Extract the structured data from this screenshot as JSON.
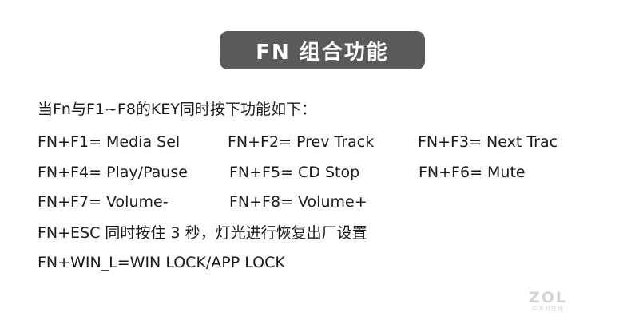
{
  "title": "FN 组合功能",
  "intro": "当Fn与F1~F8的KEY同时按下功能如下：",
  "rows": [
    [
      "FN+F1= Media Sel",
      "FN+F2= Prev Track",
      "FN+F3= Next Trac"
    ],
    [
      "FN+F4= Play/Pause",
      "FN+F5= CD Stop",
      "FN+F6= Mute"
    ],
    [
      "FN+F7= Volume-",
      "FN+F8= Volume+"
    ]
  ],
  "esc_line": "FN+ESC 同时按住 3 秒，灯光进行恢复出厂设置",
  "win_line": "FN+WIN_L=WIN LOCK/APP LOCK",
  "watermark": {
    "logo": "ZOL",
    "sub": "中关村在线"
  },
  "colors": {
    "title_bg": "#5a5a5a",
    "title_text": "#ffffff",
    "body_text": "#1a1a1a",
    "watermark": "#d4d4d4"
  }
}
